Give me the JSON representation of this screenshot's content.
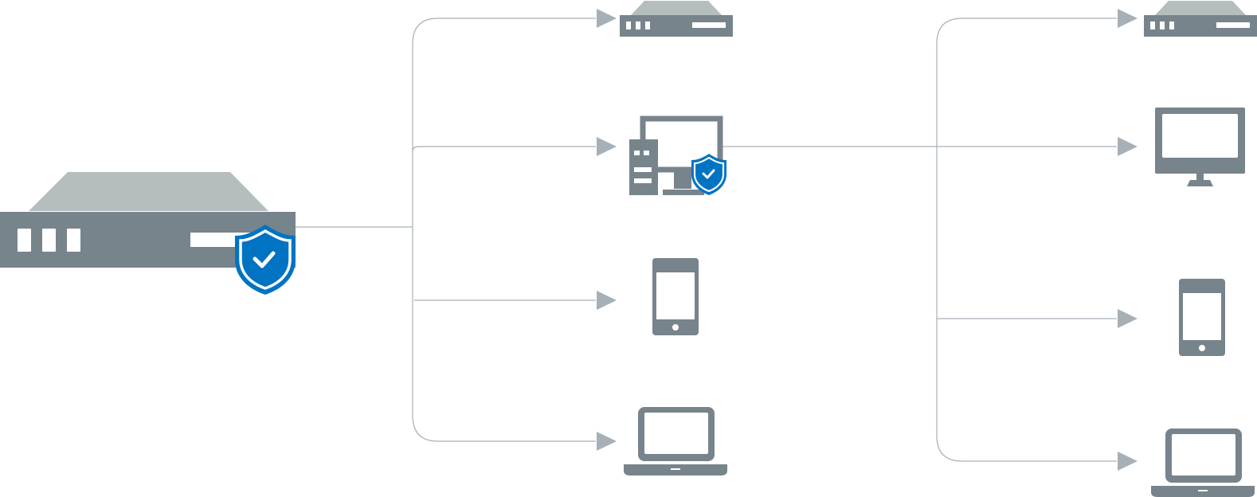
{
  "colors": {
    "device_gray": "#78848c",
    "device_top_gray": "#b6bdbf",
    "connector_gray": "#a7b0b6",
    "shield_blue": "#0073c3",
    "background": "#ffffff"
  },
  "nodes": [
    {
      "id": "root-server",
      "icon": "server-icon",
      "secured": true
    },
    {
      "id": "server-1",
      "icon": "server-icon",
      "secured": false
    },
    {
      "id": "managed-network",
      "icon": "building-desktop-icon",
      "secured": true
    },
    {
      "id": "tablet-1",
      "icon": "tablet-icon",
      "secured": false
    },
    {
      "id": "laptop-1",
      "icon": "laptop-icon",
      "secured": false
    },
    {
      "id": "server-2",
      "icon": "server-icon",
      "secured": false
    },
    {
      "id": "monitor-2",
      "icon": "monitor-icon",
      "secured": false
    },
    {
      "id": "tablet-2",
      "icon": "tablet-icon",
      "secured": false
    },
    {
      "id": "laptop-2",
      "icon": "laptop-icon",
      "secured": false
    }
  ],
  "edges": [
    {
      "from": "root-server",
      "to": "server-1"
    },
    {
      "from": "root-server",
      "to": "managed-network"
    },
    {
      "from": "root-server",
      "to": "tablet-1"
    },
    {
      "from": "root-server",
      "to": "laptop-1"
    },
    {
      "from": "managed-network",
      "to": "server-2"
    },
    {
      "from": "managed-network",
      "to": "monitor-2"
    },
    {
      "from": "managed-network",
      "to": "tablet-2"
    },
    {
      "from": "managed-network",
      "to": "laptop-2"
    }
  ]
}
